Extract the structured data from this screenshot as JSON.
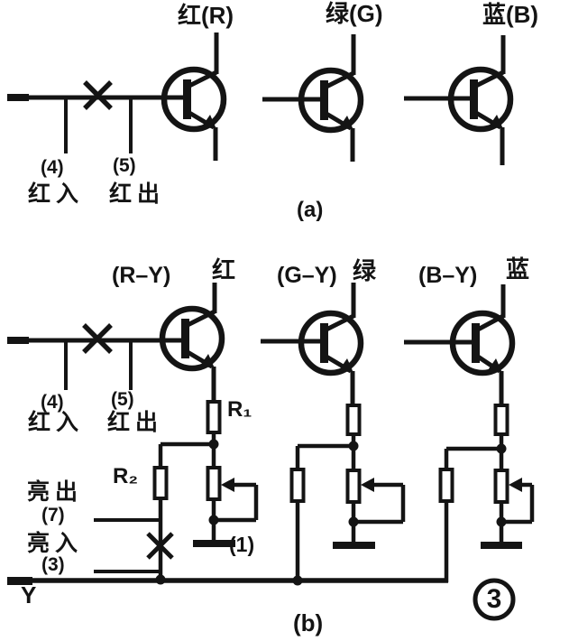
{
  "colors": {
    "ink": "#141414",
    "paper": "#ffffff"
  },
  "panel_a": {
    "caption": "(a)",
    "channel_labels": {
      "red": "红(R)",
      "green": "绿(G)",
      "blue": "蓝(B)"
    },
    "pin4": "(4)",
    "pin4_name": "红入",
    "pin5": "(5)",
    "pin5_name": "红出"
  },
  "panel_b": {
    "caption": "(b)",
    "stage_labels": {
      "ry": "(R–Y)",
      "red": "红",
      "gy": "(G–Y)",
      "green": "绿",
      "by": "(B–Y)",
      "blue": "蓝"
    },
    "pin4": "(4)",
    "pin4_name": "红入",
    "pin5": "(5)",
    "pin5_name": "红出",
    "pin7": "(7)",
    "pin7_name": "亮出",
    "pin3": "(3)",
    "pin3_name": "亮入",
    "pin1": "(1)",
    "r1": "R₁",
    "r2": "R₂",
    "bus": "Y"
  },
  "figure_number": "3"
}
